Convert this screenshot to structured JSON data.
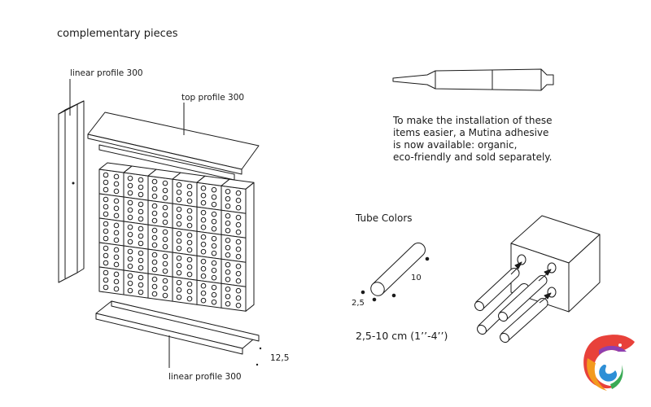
{
  "title": "complementary pieces",
  "labels": {
    "linear_profile_top": "linear profile 300",
    "top_profile": "top profile 300",
    "linear_profile_bottom": "linear profile 300",
    "depth": "12,5"
  },
  "adhesive_note": {
    "line1": "To make the installation of these",
    "line2": "items easier, a Mutina adhesive",
    "line3": "is now available: organic,",
    "line4": "eco-friendly and sold separately."
  },
  "tube_section": {
    "heading": "Tube Colors",
    "length_label": "10",
    "diameter_label": "2,5",
    "size_range": "2,5-10 cm (1’’-4’’)"
  },
  "colors": {
    "line": "#1a1a1a",
    "fill": "#ffffff"
  }
}
